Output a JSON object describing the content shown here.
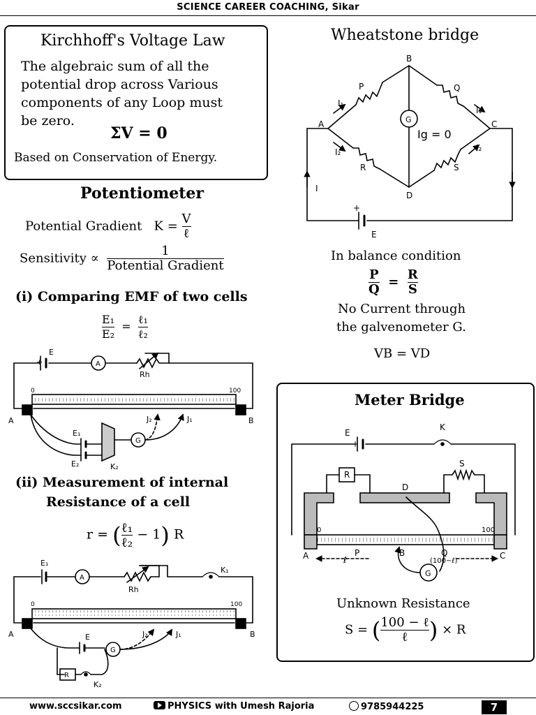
{
  "header": {
    "title": "SCIENCE CAREER COACHING, Sikar"
  },
  "kvl": {
    "title": "Kirchhoff's Voltage Law",
    "line1": "The algebraic sum of all the",
    "line2": "potential drop across Various",
    "line3": "components of any Loop must",
    "line4": "be zero.",
    "formula": "ΣV = 0",
    "note": "Based on Conservation of Energy."
  },
  "potentiometer": {
    "title": "Potentiometer",
    "gradient_label": "Potential Gradient",
    "gradient_lhs": "K =",
    "gradient_num": "V",
    "gradient_den": "ℓ",
    "sensitivity_lhs": "Sensitivity ∝",
    "sensitivity_num": "1",
    "sensitivity_den": "Potential Gradient",
    "part1_title": "(i) Comparing EMF of two cells",
    "part1_lhs_num": "E₁",
    "part1_lhs_den": "E₂",
    "part1_rhs_num": "ℓ₁",
    "part1_rhs_den": "ℓ₂",
    "part2_title1": "(ii) Measurement of internal",
    "part2_title2": "Resistance of a cell",
    "part2_lhs": "r =",
    "part2_num": "ℓ₁",
    "part2_den": "ℓ₂",
    "part2_rest": "− 1",
    "part2_R": "R"
  },
  "circuit1": {
    "E": "E",
    "A": "A",
    "Rh": "Rh",
    "zero": "0",
    "hundred": "100",
    "left": "A",
    "right": "B",
    "J1": "J₁",
    "J2": "J₂",
    "E1": "E₁",
    "E2": "E₂",
    "G": "G",
    "K2": "K₂"
  },
  "circuit2": {
    "E1": "E₁",
    "A": "A",
    "Rh": "Rh",
    "K1": "K₁",
    "zero": "0",
    "hundred": "100",
    "left": "A",
    "right": "B",
    "E": "E",
    "G": "G",
    "J1": "J₁",
    "J2": "J₂",
    "R": "R",
    "K2": "K₂"
  },
  "wheatstone": {
    "title": "Wheatstone bridge",
    "B": "B",
    "A": "A",
    "C": "C",
    "D": "D",
    "P": "P",
    "Q": "Q",
    "R": "R",
    "S": "S",
    "G": "G",
    "I1a": "I₁",
    "I1b": "I₁",
    "I2a": "I₂",
    "I2b": "I₂",
    "Ig": "Ig = 0",
    "I": "I",
    "E": "E",
    "balance": "In balance condition",
    "ratio_p": "P",
    "ratio_q": "Q",
    "ratio_r": "R",
    "ratio_s": "S",
    "note1": "No Current through",
    "note2": "the galvenometer G.",
    "vb": "VB = VD"
  },
  "meter_bridge": {
    "title": "Meter Bridge",
    "E": "E",
    "K": "K",
    "S": "S",
    "R": "R",
    "D": "D",
    "zero": "0",
    "hundred": "100",
    "A": "A",
    "B": "B",
    "C": "C",
    "P": "P",
    "Q": "Q",
    "l": "ℓ",
    "l2": "(100−ℓ)",
    "G": "G",
    "unknown": "Unknown Resistance",
    "formula_lhs": "S =",
    "formula_num": "100 − ℓ",
    "formula_den": "ℓ",
    "formula_rhs": "× R"
  },
  "footer": {
    "website": "www.sccsikar.com",
    "channel": "PHYSICS with Umesh Rajoria",
    "phone": "9785944225",
    "page": "7"
  }
}
